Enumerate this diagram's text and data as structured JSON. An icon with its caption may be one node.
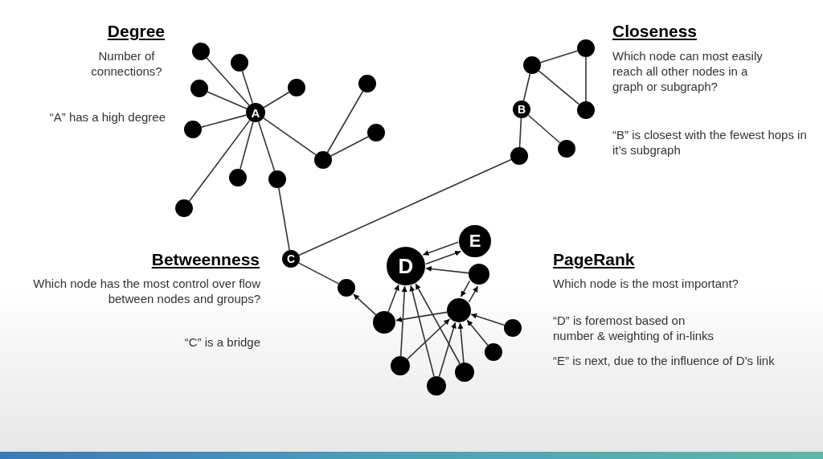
{
  "diagram": {
    "nodes": [
      {
        "text": [
          "A"
        ]
      },
      {
        "text": [],
        "shape": "circle"
      },
      {
        "text": [],
        "shape": "circle"
      },
      {
        "text": [],
        "shape": "circle"
      },
      {
        "text": [],
        "shape": "circle"
      },
      {
        "text": [],
        "shape": "circle"
      },
      {
        "text": [],
        "shape": "circle"
      },
      {
        "text": [],
        "shape": "circle"
      },
      {
        "text": [],
        "shape": "circle"
      },
      {
        "text": [],
        "shape": "circle"
      },
      {
        "text": [],
        "shape": "circle"
      },
      {
        "text": [],
        "shape": "circle"
      },
      {
        "text": [
          "B"
        ]
      },
      {
        "text": [],
        "shape": "circle"
      },
      {
        "text": [],
        "shape": "circle"
      },
      {
        "text": [],
        "shape": "circle"
      },
      {
        "text": [],
        "shape": "circle"
      },
      {
        "text": [],
        "shape": "circle"
      },
      {
        "text": [
          "C"
        ]
      },
      {
        "text": [],
        "shape": "circle"
      },
      {
        "text": [
          "D"
        ]
      },
      {
        "text": [
          "E"
        ]
      },
      {
        "text": [],
        "shape": "circle"
      },
      {
        "text": [],
        "shape": "circle"
      },
      {
        "text": [],
        "shape": "circle"
      },
      {
        "text": [],
        "shape": "circle"
      },
      {
        "text": [],
        "shape": "circle"
      },
      {
        "text": [],
        "shape": "circle"
      },
      {
        "text": [],
        "shape": "circle"
      },
      {
        "text": [],
        "shape": "circle"
      }
    ],
    "edges": [
      {
        "from": 0,
        "to": 1,
        "arrow": "none"
      },
      {
        "from": 0,
        "to": 2,
        "arrow": "none"
      },
      {
        "from": 0,
        "to": 3,
        "arrow": "none"
      },
      {
        "from": 0,
        "to": 4,
        "arrow": "none"
      },
      {
        "from": 0,
        "to": 5,
        "arrow": "none"
      },
      {
        "from": 0,
        "to": 6,
        "arrow": "none"
      },
      {
        "from": 0,
        "to": 7,
        "arrow": "none"
      },
      {
        "from": 0,
        "to": 8,
        "arrow": "none"
      },
      {
        "from": 0,
        "to": 9,
        "arrow": "none"
      },
      {
        "from": 9,
        "to": 10,
        "arrow": "none"
      },
      {
        "from": 9,
        "to": 11,
        "arrow": "none"
      },
      {
        "from": 7,
        "to": 18,
        "arrow": "none"
      },
      {
        "from": 18,
        "to": 17,
        "arrow": "none"
      },
      {
        "from": 17,
        "to": 12,
        "arrow": "none"
      },
      {
        "from": 12,
        "to": 13,
        "arrow": "none"
      },
      {
        "from": 12,
        "to": 16,
        "arrow": "none"
      },
      {
        "from": 13,
        "to": 14,
        "arrow": "none"
      },
      {
        "from": 13,
        "to": 15,
        "arrow": "none"
      },
      {
        "from": 14,
        "to": 15,
        "arrow": "none"
      },
      {
        "from": 18,
        "to": 19,
        "arrow": "none"
      },
      {
        "from": 24,
        "to": 19,
        "arrow": "to"
      },
      {
        "from": 20,
        "to": 21,
        "arrow": "to"
      },
      {
        "from": 21,
        "to": 20,
        "arrow": "to"
      },
      {
        "from": 22,
        "to": 20,
        "arrow": "to"
      },
      {
        "from": 24,
        "to": 20,
        "arrow": "to"
      },
      {
        "from": 27,
        "to": 20,
        "arrow": "to"
      },
      {
        "from": 29,
        "to": 20,
        "arrow": "to"
      },
      {
        "from": 28,
        "to": 20,
        "arrow": "to"
      },
      {
        "from": 23,
        "to": 24,
        "arrow": "to"
      },
      {
        "from": 23,
        "to": 22,
        "arrow": "to"
      },
      {
        "from": 22,
        "to": 23,
        "arrow": "to"
      },
      {
        "from": 27,
        "to": 23,
        "arrow": "to"
      },
      {
        "from": 29,
        "to": 23,
        "arrow": "to"
      },
      {
        "from": 28,
        "to": 23,
        "arrow": "to"
      },
      {
        "from": 26,
        "to": 23,
        "arrow": "to"
      },
      {
        "from": 25,
        "to": 23,
        "arrow": "to"
      }
    ],
    "labels": [
      "Degree",
      "Closeness",
      "Number of connections?",
      "Which node can most easily reach all other nodes in a graph or subgraph?",
      "“A” has a high degree",
      "“B” is closest with the fewest hops in it’s subgraph",
      "Betweenness",
      "PageRank",
      "Which node has the most control over flow between nodes and groups?",
      "Which node is the most important?",
      "“D” is foremost based on number & weighting of in-links",
      "“C” is a bridge",
      "“E” is next, due to the influence of D’s link"
    ]
  }
}
